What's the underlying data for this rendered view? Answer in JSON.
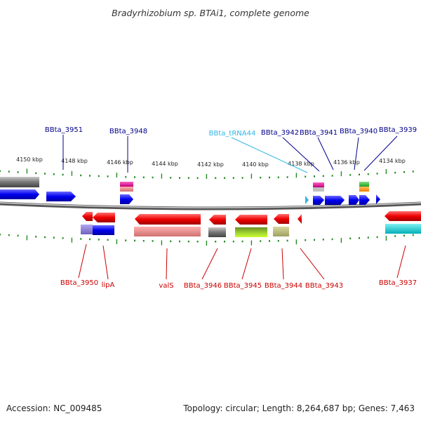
{
  "title": "Bradyrhizobium sp. BTAi1, complete genome",
  "footer": {
    "accession": "Accession: NC_009485",
    "summary": "Topology: circular; Length: 8,264,687 bp; Genes: 7,463"
  },
  "ruler_labels": [
    "4150 kbp",
    "4148 kbp",
    "4146 kbp",
    "4144 kbp",
    "4142 kbp",
    "4140 kbp",
    "4138 kbp",
    "4136 kbp",
    "4134 kbp"
  ],
  "forward_genes": [
    "BBta_3951",
    "BBta_3948",
    "BBta_tRNA44",
    "BBta_3942",
    "BBta_3941",
    "BBta_3940",
    "BBta_3939"
  ],
  "reverse_genes": [
    "BBta_3950",
    "lipA",
    "valS",
    "BBta_3946",
    "BBta_3945",
    "BBta_3944",
    "BBta_3943",
    "BBta_3937"
  ],
  "colors": {
    "forward_gene": "#0000ee",
    "reverse_gene": "#ee0000",
    "trna": "#33b5e5",
    "backbone": "#808080",
    "ticks": "#228b22"
  }
}
